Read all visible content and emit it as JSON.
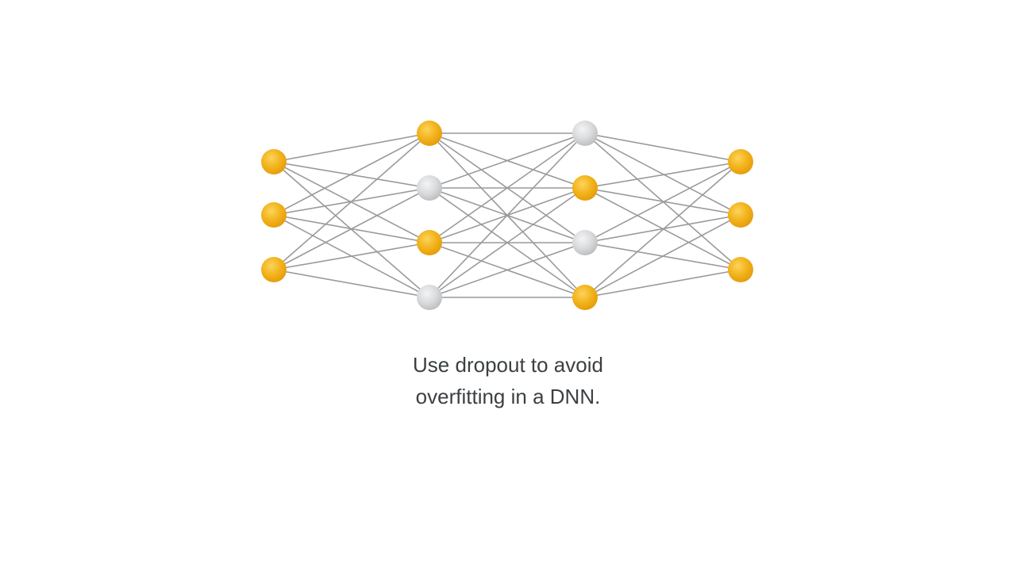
{
  "caption": {
    "line1": "Use dropout to avoid",
    "line2": "overfitting in a DNN."
  },
  "network": {
    "layers": [
      {
        "name": "input",
        "nodes": [
          "active",
          "active",
          "active"
        ]
      },
      {
        "name": "hidden-1",
        "nodes": [
          "active",
          "dropped",
          "active",
          "dropped"
        ]
      },
      {
        "name": "hidden-2",
        "nodes": [
          "dropped",
          "active",
          "dropped",
          "active"
        ]
      },
      {
        "name": "output",
        "nodes": [
          "active",
          "active",
          "active"
        ]
      }
    ],
    "colors": {
      "active": "#f2b21a",
      "active_highlight": "#fbd45c",
      "active_shadow": "#e39a0a",
      "dropped": "#d9dadc",
      "dropped_highlight": "#f4f4f5",
      "dropped_shadow": "#b9bbbe",
      "edge": "#9a9a9a",
      "text": "#3c4043"
    }
  }
}
